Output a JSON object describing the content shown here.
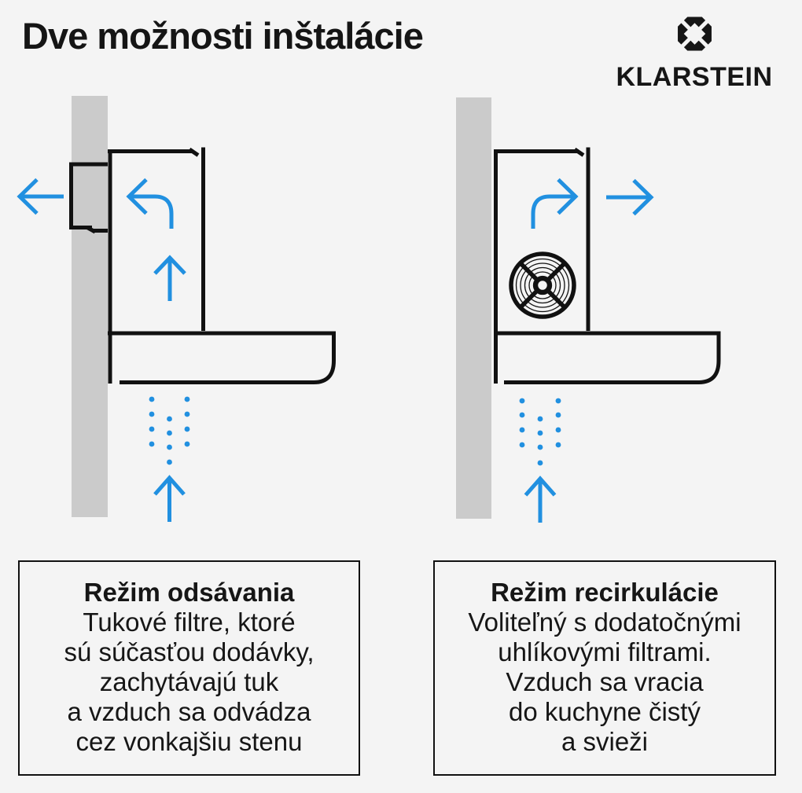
{
  "page": {
    "title": "Dve možnosti inštalácie"
  },
  "brand": {
    "name": "KLARSTEIN",
    "icon": "klarstein-octagon-diamond-icon"
  },
  "colors": {
    "bg": "#f4f4f4",
    "ink": "#111111",
    "accent": "#2190e0",
    "wall": "#cbcbcb"
  },
  "diagrams": [
    {
      "id": "exhaust-mode",
      "caption_title": "Režim odsávania",
      "caption_lines": [
        "Tukové filtre, ktoré",
        "sú súčasťou dodávky,",
        "zachytávajú tuk",
        "a vzduch sa odvádza",
        "cez vonkajšiu stenu"
      ]
    },
    {
      "id": "recirculation-mode",
      "caption_title": "Režim recirkulácie",
      "caption_lines": [
        "Voliteľný s dodatočnými",
        "uhlíkovými filtrami.",
        "Vzduch sa vracia",
        "do kuchyne čistý",
        "a svieži"
      ]
    }
  ]
}
